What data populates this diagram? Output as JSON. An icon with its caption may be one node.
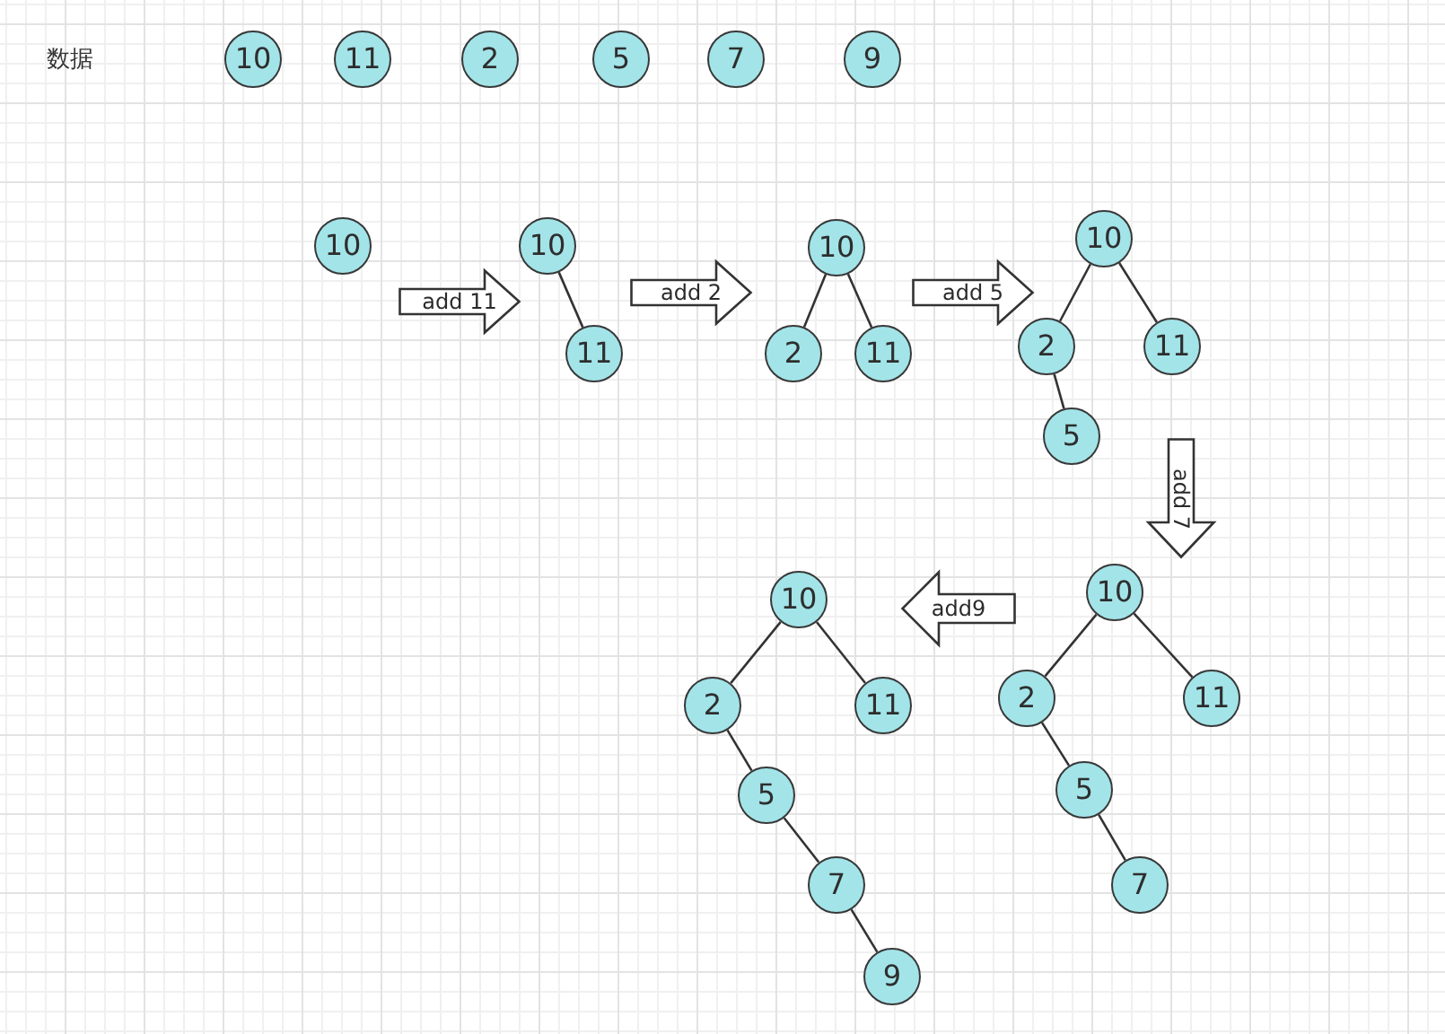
{
  "diagram": {
    "nodes": [
      {
        "text": [
          "10"
        ]
      },
      {
        "text": [
          "11"
        ]
      },
      {
        "text": [
          "2"
        ]
      },
      {
        "text": [
          "5"
        ]
      },
      {
        "text": [
          "7"
        ]
      },
      {
        "text": [
          "9"
        ]
      },
      {
        "text": [
          "10"
        ]
      },
      {
        "text": [
          "10"
        ]
      },
      {
        "text": [
          "11"
        ]
      },
      {
        "text": [
          "10"
        ]
      },
      {
        "text": [
          "2"
        ]
      },
      {
        "text": [
          "11"
        ]
      },
      {
        "text": [
          "10"
        ]
      },
      {
        "text": [
          "2"
        ]
      },
      {
        "text": [
          "11"
        ]
      },
      {
        "text": [
          "5"
        ]
      },
      {
        "text": [
          "10"
        ]
      },
      {
        "text": [
          "2"
        ]
      },
      {
        "text": [
          "11"
        ]
      },
      {
        "text": [
          "5"
        ]
      },
      {
        "text": [
          "7"
        ]
      },
      {
        "text": [
          "10"
        ]
      },
      {
        "text": [
          "2"
        ]
      },
      {
        "text": [
          "11"
        ]
      },
      {
        "text": [
          "5"
        ]
      },
      {
        "text": [
          "7"
        ]
      },
      {
        "text": [
          "9"
        ]
      }
    ],
    "edges": [
      {
        "from": 7,
        "to": 8,
        "arrow": "none"
      },
      {
        "from": 9,
        "to": 10,
        "arrow": "none"
      },
      {
        "from": 9,
        "to": 11,
        "arrow": "none"
      },
      {
        "from": 12,
        "to": 13,
        "arrow": "none"
      },
      {
        "from": 12,
        "to": 14,
        "arrow": "none"
      },
      {
        "from": 13,
        "to": 15,
        "arrow": "none"
      },
      {
        "from": 16,
        "to": 17,
        "arrow": "none"
      },
      {
        "from": 16,
        "to": 18,
        "arrow": "none"
      },
      {
        "from": 17,
        "to": 19,
        "arrow": "none"
      },
      {
        "from": 19,
        "to": 20,
        "arrow": "none"
      },
      {
        "from": 21,
        "to": 22,
        "arrow": "none"
      },
      {
        "from": 21,
        "to": 23,
        "arrow": "none"
      },
      {
        "from": 22,
        "to": 24,
        "arrow": "none"
      },
      {
        "from": 24,
        "to": 25,
        "arrow": "none"
      },
      {
        "from": 25,
        "to": 26,
        "arrow": "none"
      },
      {
        "from": 6,
        "to": 7,
        "arrow": "to",
        "label": "add 11",
        "style": "thick"
      },
      {
        "from": 7,
        "to": 9,
        "arrow": "to",
        "label": "add 2",
        "style": "thick"
      },
      {
        "from": 9,
        "to": 12,
        "arrow": "to",
        "label": "add 5",
        "style": "thick"
      },
      {
        "from": 14,
        "to": 16,
        "arrow": "to",
        "label": "add 7",
        "style": "thick"
      },
      {
        "from": 16,
        "to": 21,
        "arrow": "to",
        "label": "add9",
        "style": "thick"
      }
    ],
    "labels": [
      "数据"
    ]
  }
}
